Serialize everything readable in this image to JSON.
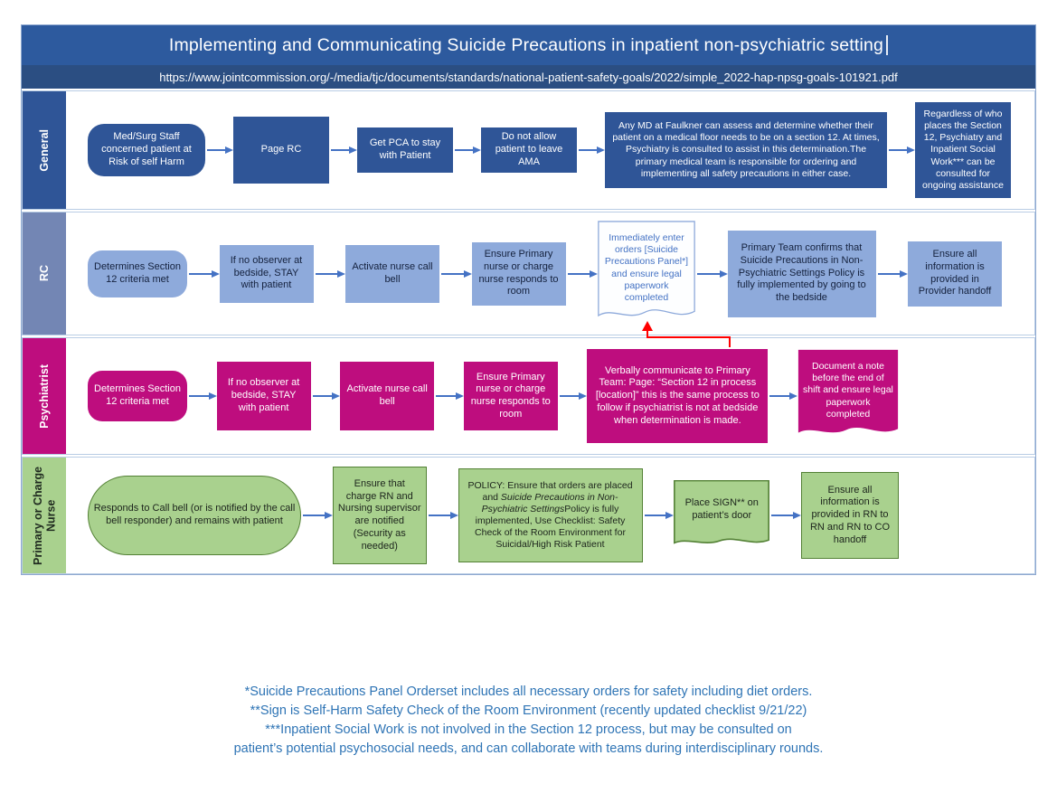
{
  "title": "Implementing and Communicating Suicide Precautions in inpatient non-psychiatric setting",
  "source_url": "https://www.jointcommission.org/-/media/tjc/documents/standards/national-patient-safety-goals/2022/simple_2022-hap-npsg-goals-101921.pdf",
  "colors": {
    "title_bar": "#2D5A9E",
    "url_bar": "#2B4E82",
    "general_fill": "#2F5597",
    "rc_fill": "#8EAADB",
    "rc_label_bar": "#7386B4",
    "psychiatrist_fill": "#BE0D7E",
    "nurse_fill": "#A9D18E",
    "nurse_border": "#538135",
    "arrow": "#4472C4",
    "red_connector": "#FF0000",
    "footnote_text": "#2E74B5"
  },
  "lanes": [
    {
      "label": "General",
      "nodes": [
        {
          "text": "Med/Surg Staff concerned patient at Risk of self Harm"
        },
        {
          "text": "Page RC"
        },
        {
          "text": "Get PCA to stay with Patient"
        },
        {
          "text": "Do not allow patient to leave AMA"
        },
        {
          "text": "Any MD at Faulkner can assess and determine whether their patient on a medical floor needs to be on a section 12. At times, Psychiatry is consulted to assist in this determination.The primary medical team is responsible for ordering and implementing all safety precautions in either case."
        },
        {
          "text": "Regardless of who places the Section 12, Psychiatry and Inpatient Social Work*** can be consulted for ongoing assistance"
        }
      ]
    },
    {
      "label": "RC",
      "nodes": [
        {
          "text": "Determines Section 12 criteria met"
        },
        {
          "text": "If no observer at bedside, STAY with patient"
        },
        {
          "text": "Activate nurse call bell"
        },
        {
          "text": "Ensure Primary nurse or charge nurse responds to room"
        },
        {
          "text": "Immediately enter orders [Suicide Precautions Panel*] and ensure legal paperwork completed"
        },
        {
          "text": "Primary Team confirms that Suicide Precautions in Non-Psychiatric Settings Policy is fully implemented by going to the bedside"
        },
        {
          "text": "Ensure all information is provided in Provider handoff"
        }
      ]
    },
    {
      "label": "Psychiatrist",
      "nodes": [
        {
          "text": "Determines Section 12 criteria met"
        },
        {
          "text": "If no observer at bedside, STAY with patient"
        },
        {
          "text": "Activate nurse call bell"
        },
        {
          "text": "Ensure Primary nurse or charge nurse responds to room"
        },
        {
          "text": "Verbally communicate to Primary Team: Page: “Section 12 in process [location]” this is the same process to follow if psychiatrist is not at bedside when determination is made."
        },
        {
          "text": "Document a note before the end of shift and ensure legal paperwork completed"
        }
      ]
    },
    {
      "label": "Primary or Charge Nurse",
      "nodes": [
        {
          "text": "Responds to Call bell (or is notified by the call bell responder) and remains with patient"
        },
        {
          "text": "Ensure that charge RN and Nursing supervisor are notified (Security as needed)"
        },
        {
          "parts": [
            "POLICY: Ensure that orders are placed and ",
            "Suicide Precautions in Non-Psychiatric Settings",
            "Policy is fully implemented, Use Checklist: Safety Check of the Room Environment for Suicidal/High Risk Patient"
          ]
        },
        {
          "text": "Place SIGN** on patient’s door"
        },
        {
          "text": "Ensure all information is provided in RN to RN and RN to CO handoff"
        }
      ]
    }
  ],
  "footnotes": [
    "*Suicide Precautions Panel Orderset includes all necessary orders for safety including diet orders.",
    "**Sign is Self-Harm Safety Check of the Room Environment (recently updated checklist 9/21/22)",
    "***Inpatient Social Work is not involved in the Section 12 process, but may be consulted on",
    "patient’s potential psychosocial needs, and can collaborate with teams during interdisciplinary rounds."
  ]
}
